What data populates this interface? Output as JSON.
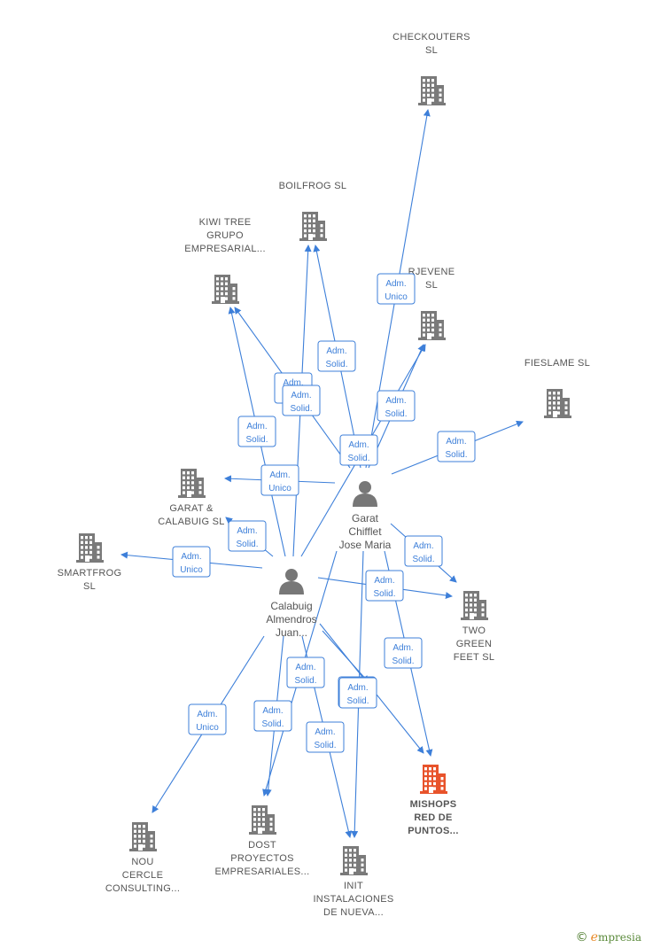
{
  "colors": {
    "edge": "#3d7fd9",
    "building": "#7a7a7a",
    "building_highlight": "#e8532b",
    "person": "#777777"
  },
  "companies": [
    {
      "id": "checkouters",
      "lines": [
        "CHECKOUTERS",
        "SL"
      ],
      "icon": "building-icon"
    },
    {
      "id": "boilfrog",
      "lines": [
        "BOILFROG  SL"
      ],
      "icon": "building-icon"
    },
    {
      "id": "kiwitree",
      "lines": [
        "KIWI TREE",
        "GRUPO",
        "EMPRESARIAL..."
      ],
      "icon": "building-icon"
    },
    {
      "id": "rjevene",
      "lines": [
        "RJEVENE",
        "SL"
      ],
      "icon": "building-icon"
    },
    {
      "id": "fieslame",
      "lines": [
        "FIESLAME  SL"
      ],
      "icon": "building-icon"
    },
    {
      "id": "garatcalabuig",
      "lines": [
        "GARAT &",
        "CALABUIG SL"
      ],
      "icon": "building-icon"
    },
    {
      "id": "smartfrog",
      "lines": [
        "SMARTFROG",
        "SL"
      ],
      "icon": "building-icon"
    },
    {
      "id": "twogreen",
      "lines": [
        "TWO",
        "GREEN",
        "FEET  SL"
      ],
      "icon": "building-icon"
    },
    {
      "id": "mishops",
      "lines": [
        "MISHOPS",
        "RED DE",
        "PUNTOS..."
      ],
      "icon": "building-icon",
      "highlight": true
    },
    {
      "id": "nou",
      "lines": [
        "NOU",
        "CERCLE",
        "CONSULTING..."
      ],
      "icon": "building-icon"
    },
    {
      "id": "dost",
      "lines": [
        "DOST",
        "PROYECTOS",
        "EMPRESARIALES..."
      ],
      "icon": "building-icon"
    },
    {
      "id": "init",
      "lines": [
        "INIT",
        "INSTALACIONES",
        "DE NUEVA..."
      ],
      "icon": "building-icon"
    }
  ],
  "persons": [
    {
      "id": "garat",
      "lines": [
        "Garat",
        "Chifflet",
        "Jose Maria"
      ],
      "icon": "person-icon"
    },
    {
      "id": "calabuig",
      "lines": [
        "Calabuig",
        "Almendros",
        "Juan..."
      ],
      "icon": "person-icon"
    }
  ],
  "edges": [
    {
      "label": [
        "Adm.",
        "Unico"
      ]
    },
    {
      "label": [
        "Adm.",
        "Solid."
      ]
    },
    {
      "label": [
        "Adm.",
        "Solid."
      ]
    },
    {
      "label": [
        "Adm.",
        "Solid."
      ]
    },
    {
      "label": [
        "Adm.",
        "Solid."
      ]
    },
    {
      "label": [
        "Adm.",
        "Unico"
      ]
    },
    {
      "label": [
        "Adm.",
        "Solid."
      ]
    },
    {
      "label": [
        "Adm.",
        "Solid."
      ]
    },
    {
      "label": [
        "Adm.",
        "Solid."
      ]
    },
    {
      "label": [
        "Adm.",
        "Solid."
      ]
    },
    {
      "label": [
        "Adm.",
        "Solid."
      ]
    },
    {
      "label": [
        "Adm.",
        "Solid."
      ]
    },
    {
      "label": [
        "Adm.",
        "Unico"
      ]
    },
    {
      "label": [
        "Adm.",
        "Solid."
      ]
    },
    {
      "label": [
        "Adm.",
        "Solid."
      ]
    },
    {
      "label": [
        "Adm.",
        "Unico"
      ]
    },
    {
      "label": [
        "Adm.",
        "Solid."
      ]
    },
    {
      "label": [
        "Adm.",
        "Solid."
      ]
    },
    {
      "label": [
        "Adm.",
        "Solid."
      ]
    },
    {
      "label": [
        "Adm.",
        "Solid."
      ]
    },
    {
      "label": [
        "Adm.",
        "Solid."
      ]
    }
  ],
  "footer": {
    "copyright": "©",
    "brand_first": "e",
    "brand_rest": "mpresia"
  }
}
